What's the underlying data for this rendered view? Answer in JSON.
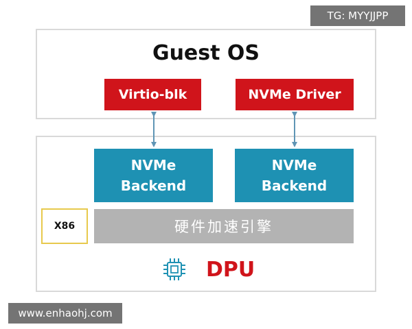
{
  "guest_os": {
    "title": "Guest OS",
    "virtio_label": "Virtio-blk",
    "nvme_driver_label": "NVMe Driver"
  },
  "dpu": {
    "backend_left_line1": "NVMe",
    "backend_left_line2": "Backend",
    "backend_right_line1": "NVMe",
    "backend_right_line2": "Backend",
    "engine_label": "硬件加速引擎",
    "x86_label": "X86",
    "label": "DPU",
    "chip_icon": "chip-icon"
  },
  "watermarks": {
    "top": "TG: MYYJJPP",
    "bottom": "www.enhaohj.com"
  },
  "colors": {
    "red": "#d0141b",
    "blue": "#1e91b3",
    "gray": "#b3b3b3",
    "border": "#d9d9d9",
    "x86_border": "#e7c94c",
    "arrow": "#5f95b5"
  }
}
